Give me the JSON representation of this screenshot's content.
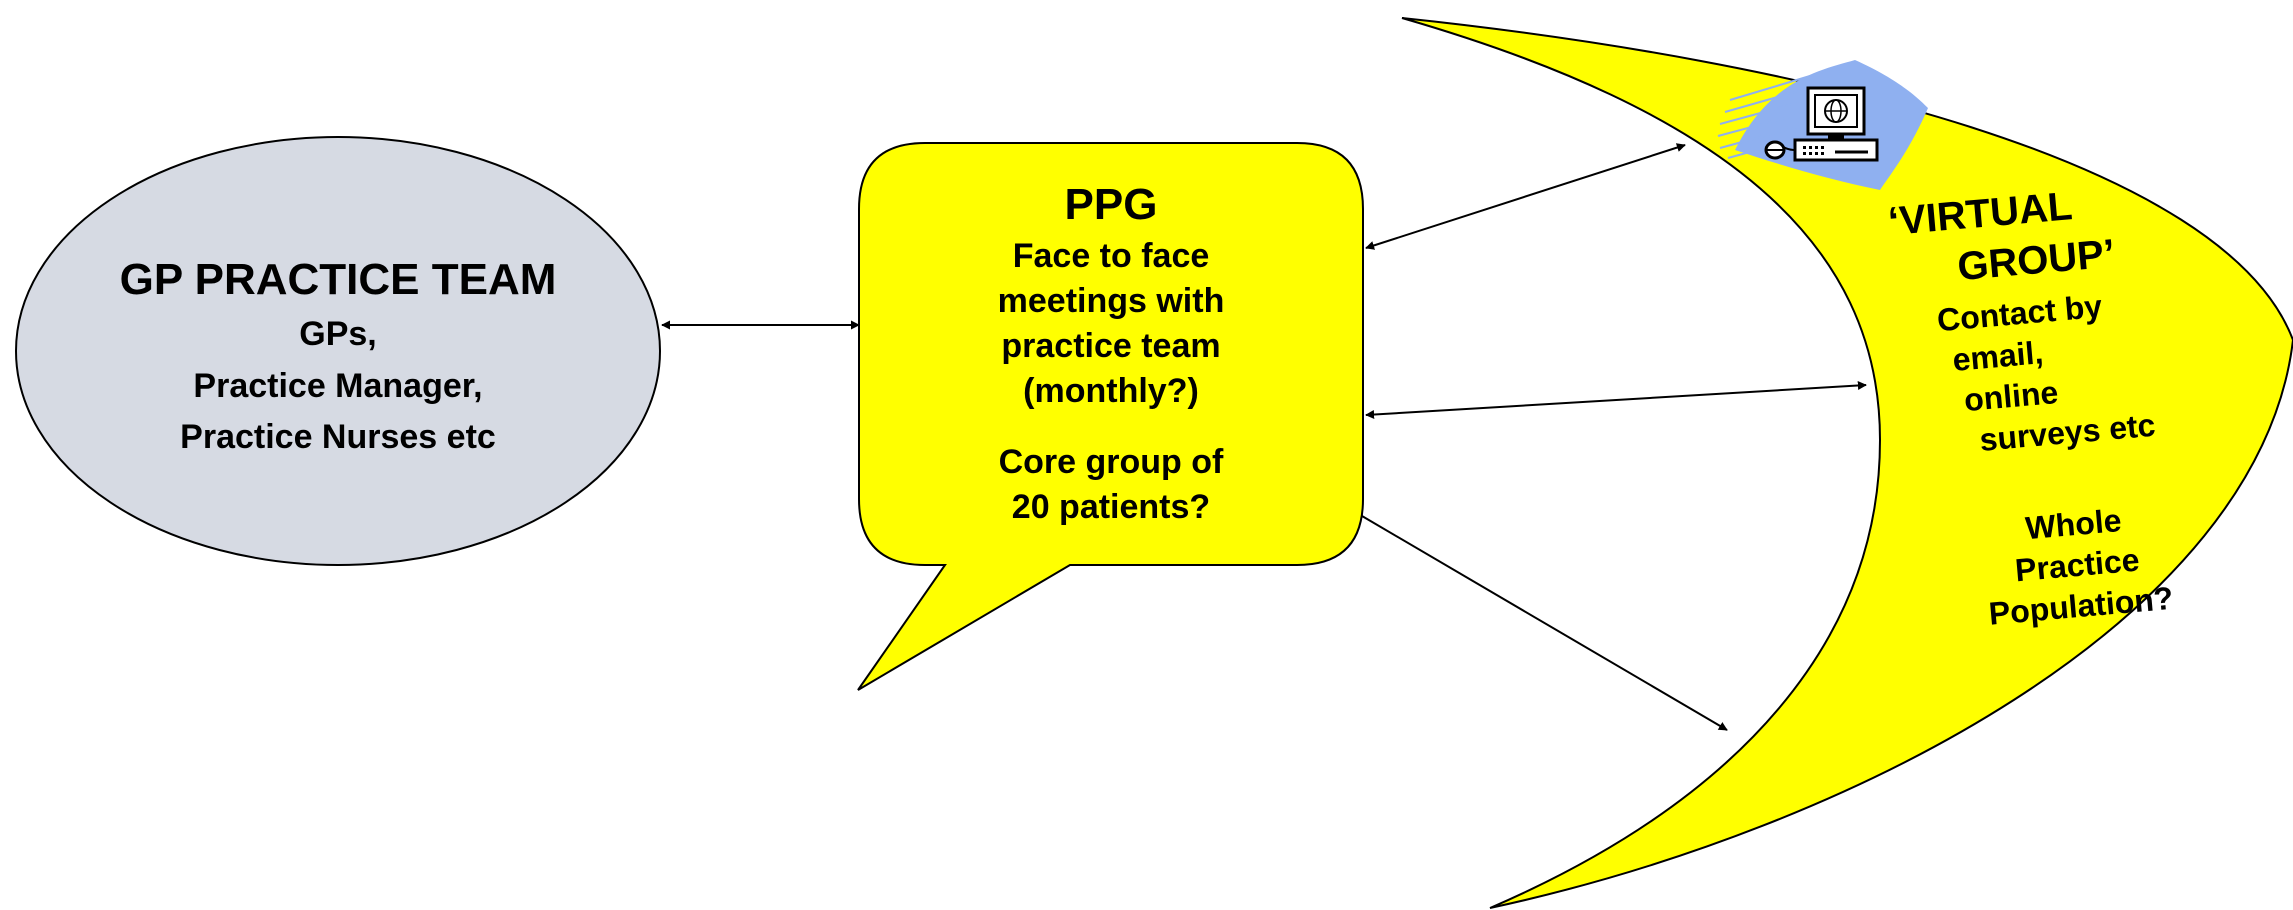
{
  "colors": {
    "background": "#ffffff",
    "gp_fill": "#d6dae3",
    "callout_fill": "#ffff00",
    "outline": "#000000",
    "globe_streak": "#8fb0f0"
  },
  "gp_team": {
    "title": "GP PRACTICE TEAM",
    "lines": [
      "GPs,",
      "Practice Manager,",
      "Practice Nurses etc"
    ]
  },
  "ppg": {
    "title": "PPG",
    "lines": [
      "Face to face",
      "meetings with",
      "practice team",
      "(monthly?)"
    ],
    "core_lines": [
      "Core group of",
      "20 patients?"
    ]
  },
  "virtual_group": {
    "title_lines": [
      "‘VIRTUAL",
      "GROUP’"
    ],
    "contact_lines": [
      "Contact by",
      "email,",
      "online",
      "surveys etc"
    ],
    "population_lines": [
      "Whole",
      "Practice",
      "Population?"
    ],
    "icon": "computer-globe-icon"
  }
}
